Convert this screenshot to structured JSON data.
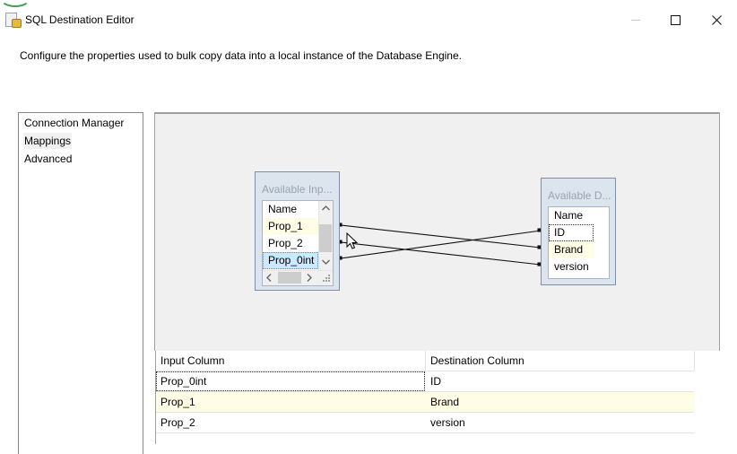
{
  "window": {
    "title": "SQL Destination Editor",
    "controls": [
      "minimize-icon",
      "maximize-icon",
      "close-icon"
    ]
  },
  "description": "Configure the properties used to bulk copy data into a local instance of the Database Engine.",
  "nav": {
    "items": [
      {
        "label": "Connection Manager",
        "selected": false
      },
      {
        "label": "Mappings",
        "selected": true
      },
      {
        "label": "Advanced",
        "selected": false
      }
    ]
  },
  "mapping": {
    "input": {
      "title": "Available Inp...",
      "header": "Name",
      "columns": [
        "Prop_1",
        "Prop_2",
        "Prop_0int"
      ],
      "selected": "Prop_0int",
      "highlighted": "Prop_1"
    },
    "destination": {
      "title": "Available D...",
      "header": "Name",
      "columns": [
        "ID",
        "Brand",
        "version"
      ],
      "focused": "ID",
      "highlighted": "Brand"
    }
  },
  "grid": {
    "headers": [
      "Input Column",
      "Destination Column"
    ],
    "rows": [
      {
        "input": "Prop_0int",
        "destination": "ID"
      },
      {
        "input": "Prop_1",
        "destination": "Brand"
      },
      {
        "input": "Prop_2",
        "destination": "version"
      }
    ]
  },
  "colors": {
    "row_highlight": "#fffde6",
    "row_selected": "#cce8ff",
    "selected_border": "#4a8bd6",
    "box_background": "#dce4ee"
  }
}
